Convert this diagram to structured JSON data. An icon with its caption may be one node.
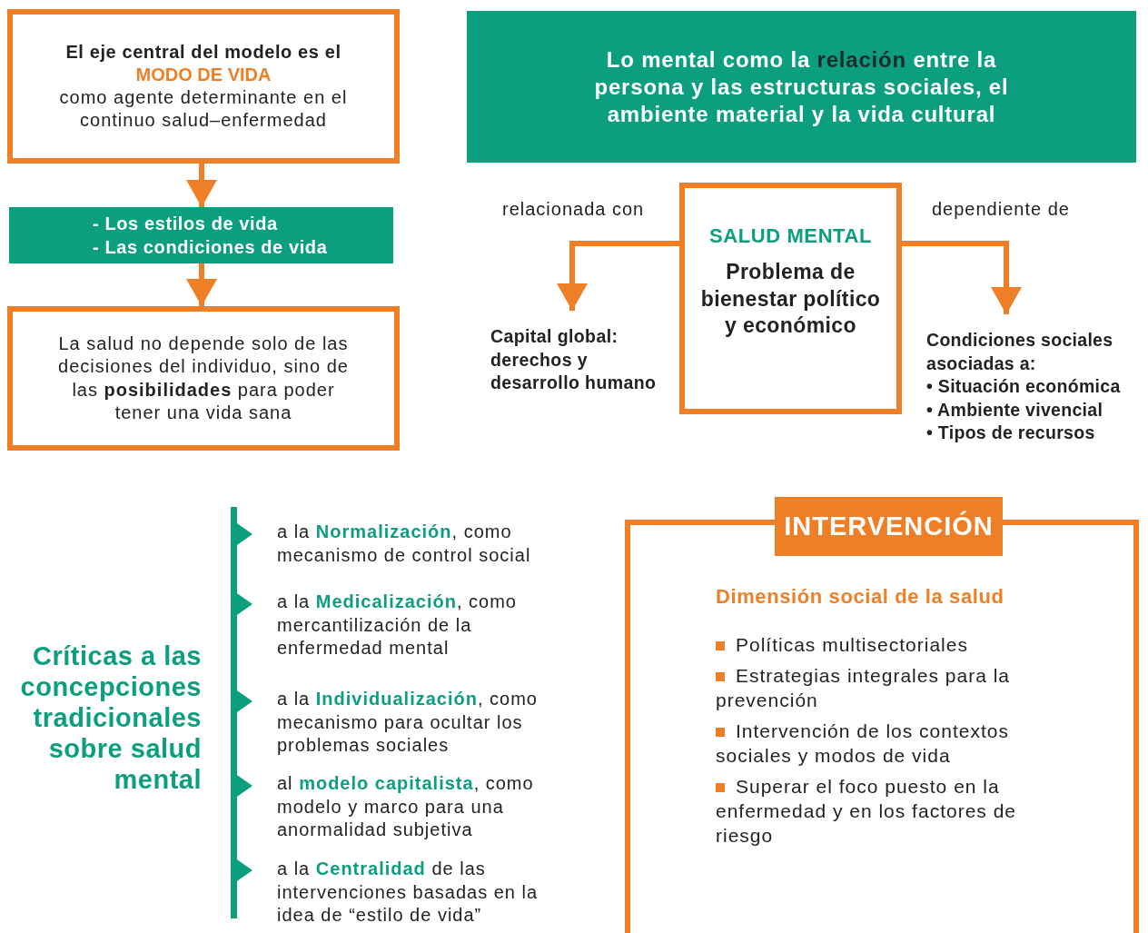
{
  "diagram": {
    "nodes": [
      {
        "text": [
          "El eje central del modelo es el",
          "MODO DE VIDA",
          "como agente determinante en el continuo salud–enfermedad"
        ]
      },
      {
        "text": [
          "- Los estilos de vida",
          "- Las condiciones de vida"
        ]
      },
      {
        "text": [
          "La salud no depende solo de las decisiones del individuo, sino de las **posibilidades** para poder tener una vida sana"
        ]
      },
      {
        "text": [
          "Lo mental como la **relación** entre la persona y las estructuras sociales, el ambiente material y la vida cultural"
        ]
      },
      {
        "text": [
          "SALUD MENTAL",
          "Problema de bienestar político y económico"
        ]
      },
      {
        "text": [
          "Capital global: derechos y desarrollo humano"
        ]
      },
      {
        "text": [
          "Condiciones sociales asociadas a:",
          "• Situación económica",
          "• Ambiente vivencial",
          "• Tipos de recursos"
        ]
      },
      {
        "text": [
          "INTERVENCIÓN",
          "Dimensión social de la salud",
          "Políticas multisectoriales",
          "Estrategias integrales para la prevención",
          "Intervención de los contextos sociales y modos de vida",
          "Superar el foco puesto en la enfermedad y en los factores de riesgo"
        ]
      }
    ],
    "edges": [
      {
        "from": 0,
        "to": 1,
        "arrow": "to"
      },
      {
        "from": 1,
        "to": 2,
        "arrow": "to"
      },
      {
        "from": 4,
        "to": 5,
        "arrow": "to",
        "label": "relacionada con"
      },
      {
        "from": 4,
        "to": 6,
        "arrow": "to",
        "label": "dependiente de"
      }
    ],
    "labels": [
      "Críticas a las concepciones tradicionales sobre salud mental",
      "a la **Normalización**, como mecanismo de control social",
      "a la **Medicalización**, como mercantilización de la enfermedad mental",
      "a la **Individualización**, como mecanismo para ocultar los problemas sociales",
      "al **modelo capitalista**, como modelo y marco para una anormalidad subjetiva",
      "a la **Centralidad** de las intervenciones basadas en la idea de “estilo de vida”"
    ]
  }
}
